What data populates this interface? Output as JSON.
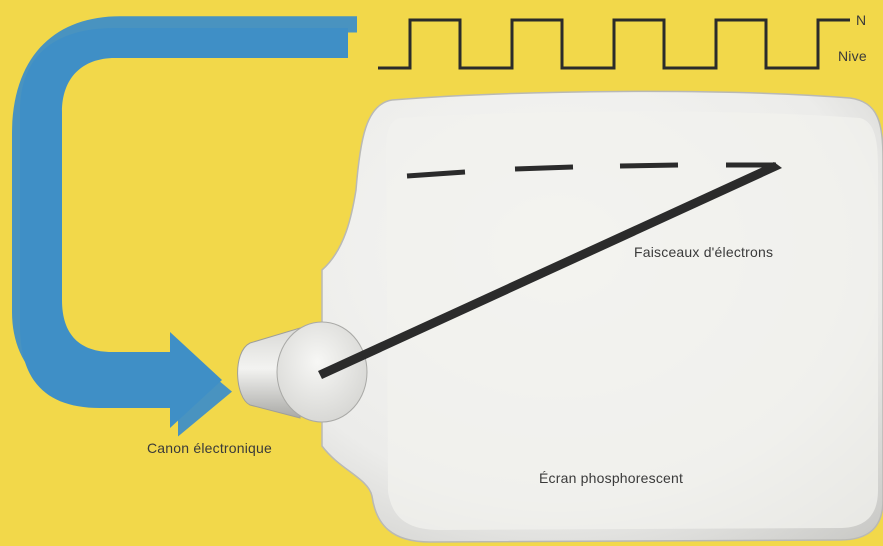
{
  "labels": {
    "beam": "Faisceaux d'électrons",
    "gun": "Canon électronique",
    "screen": "Écran phosphorescent",
    "level_high": "N",
    "level_low": "Nive"
  },
  "colors": {
    "background": "#f2d84a",
    "arrow": "#3f8fc6",
    "screen": "#eeeeea",
    "signal": "#2b2b2b"
  }
}
